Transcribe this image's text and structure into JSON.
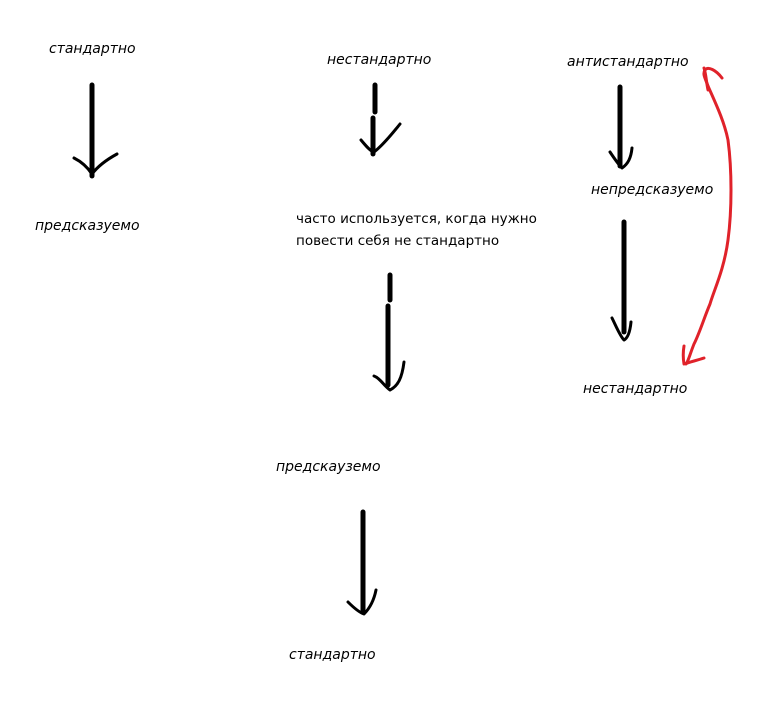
{
  "diagram": {
    "col1": {
      "top": "стандартно",
      "bottom": "предсказуемо"
    },
    "col2": {
      "top": "нестандартно",
      "middle_line1": "часто используется, когда нужно",
      "middle_line2": "повести себя не стандартно",
      "lower": "предскауземо",
      "bottom": "стандартно"
    },
    "col3": {
      "top": "антистандартно",
      "middle": "непредсказуемо",
      "bottom": "нестандартно"
    },
    "colors": {
      "arrow": "#000000",
      "loop_arrow": "#e0222a"
    }
  }
}
